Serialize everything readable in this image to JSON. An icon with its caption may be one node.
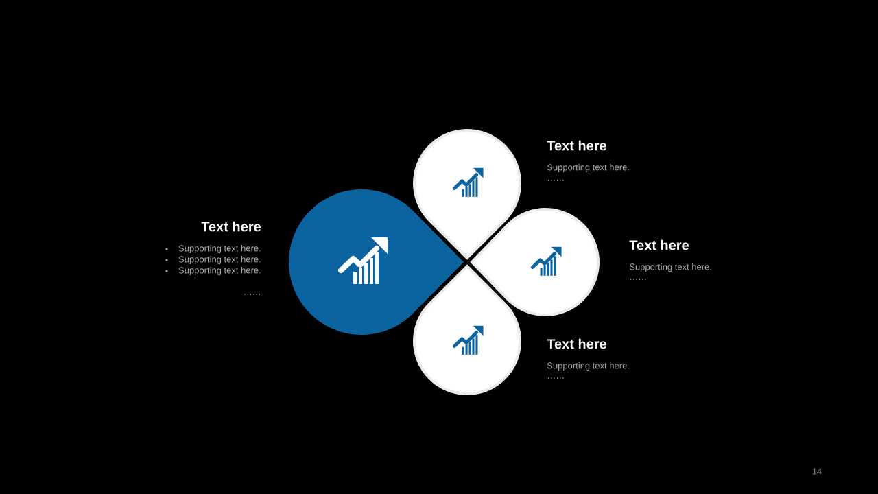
{
  "diagram": {
    "nodes": [
      {
        "text": [],
        "shape": "drop",
        "beside": [
          "Text here",
          "Supporting text here.",
          "Supporting text here.",
          "Supporting text here.",
          "……"
        ]
      },
      {
        "text": [],
        "shape": "drop",
        "beside": [
          "Text here",
          "Supporting text here.",
          "……"
        ]
      },
      {
        "text": [],
        "shape": "drop",
        "beside": [
          "Text here",
          "Supporting text here.",
          "……"
        ]
      },
      {
        "text": [],
        "shape": "drop",
        "beside": [
          "Text here",
          "Supporting text here.",
          "……"
        ]
      }
    ],
    "labels": [
      "14"
    ]
  }
}
